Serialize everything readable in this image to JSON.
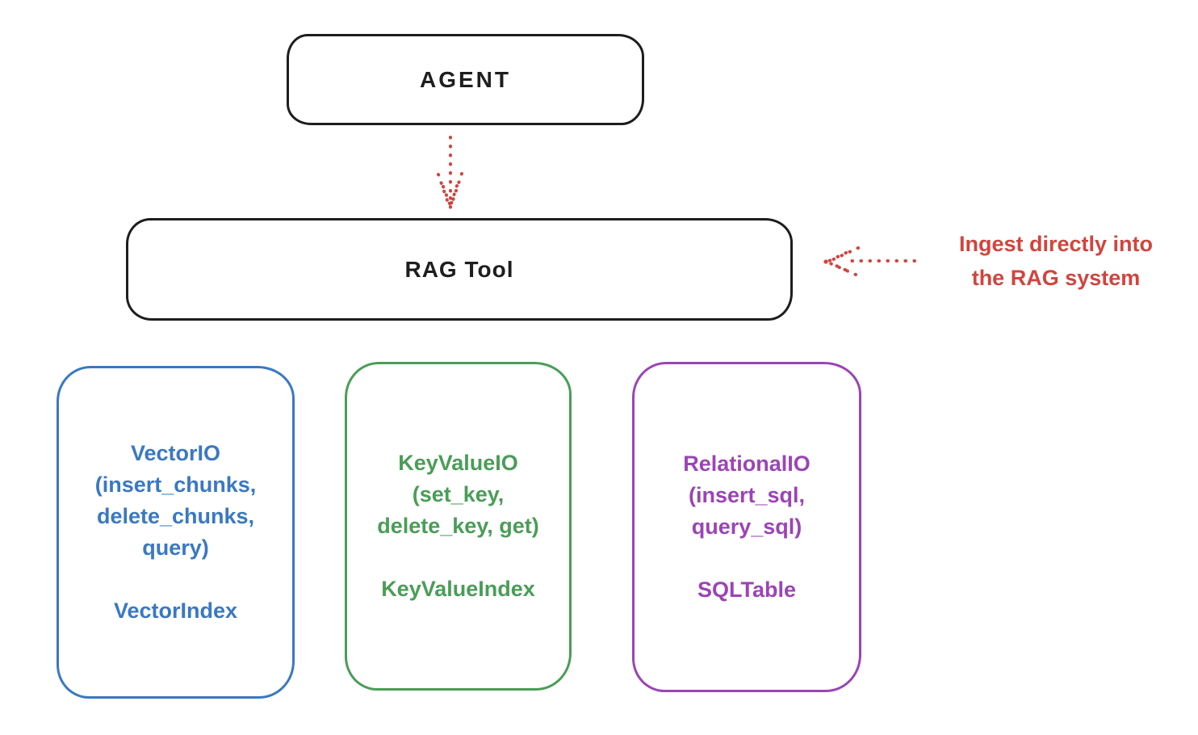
{
  "nodes": {
    "agent": "AGENT",
    "rag_tool": "RAG Tool"
  },
  "annotation": {
    "line1": "Ingest directly into",
    "line2": "the RAG system"
  },
  "backends": [
    {
      "name": "vector-io",
      "calls": "VectorIO\n(insert_chunks,\ndelete_chunks,\nquery)",
      "index": "VectorIndex",
      "color": "#3a78c2"
    },
    {
      "name": "keyvalue-io",
      "calls": "KeyValueIO\n(set_key,\ndelete_key, get)",
      "index": "KeyValueIndex",
      "color": "#4a9d57"
    },
    {
      "name": "relational-io",
      "calls": "RelationalIO\n(insert_sql,\nquery_sql)",
      "index": "SQLTable",
      "color": "#9b44b5"
    }
  ],
  "colors": {
    "stroke": "#1e1e1e",
    "annotation_red": "#d0453e",
    "background": "#ffffff"
  }
}
